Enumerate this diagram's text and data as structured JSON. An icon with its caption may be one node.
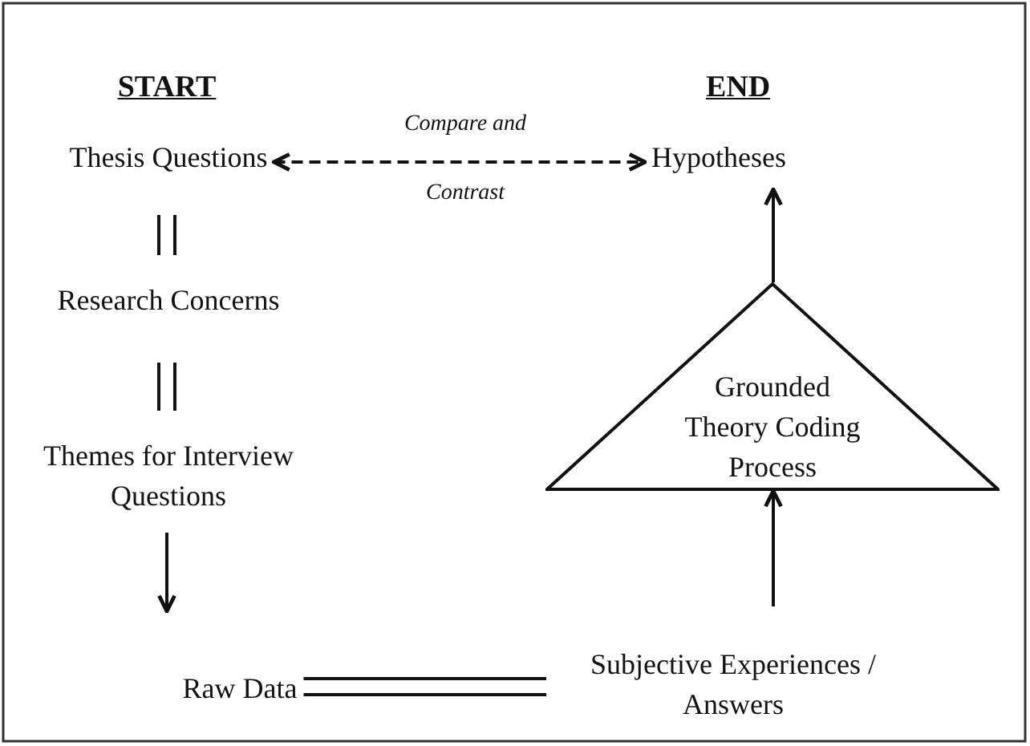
{
  "diagram": {
    "nodes": [
      {
        "text": [
          "Thesis Questions"
        ]
      },
      {
        "text": [
          "Research Concerns"
        ]
      },
      {
        "text": [
          "Themes for Interview Questions"
        ]
      },
      {
        "text": [
          "Raw Data"
        ]
      },
      {
        "text": [
          "Hypotheses"
        ]
      },
      {
        "text": [
          "Grounded Theory Coding Process"
        ]
      },
      {
        "text": [
          "Subjective Experiences / Answers"
        ]
      }
    ],
    "edges": [
      {
        "from": 0,
        "to": 1,
        "arrow": "none"
      },
      {
        "from": 1,
        "to": 2,
        "arrow": "none"
      },
      {
        "from": 2,
        "to": 3,
        "arrow": "to"
      },
      {
        "from": 3,
        "to": 6,
        "arrow": "none"
      },
      {
        "from": 6,
        "to": 5,
        "arrow": "to"
      },
      {
        "from": 5,
        "to": 4,
        "arrow": "to"
      },
      {
        "from": 0,
        "to": 4,
        "arrow": "both",
        "style": "dashed"
      }
    ],
    "labels": [
      "START",
      "END",
      "Compare and",
      "Contrast"
    ]
  }
}
